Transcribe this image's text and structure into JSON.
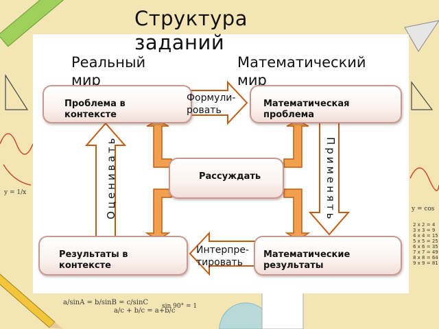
{
  "title": "Структура заданий",
  "headers": {
    "real_world": "Реальный мир",
    "math_world": "Математический мир"
  },
  "boxes": {
    "problem_context": "Проблема в контексте",
    "math_problem": "Математическая проблема",
    "reason": "Рассуждать",
    "results_context": "Результаты в контексте",
    "math_results": "Математические результаты"
  },
  "arrow_labels": {
    "formulate": "Формули-ровать",
    "apply": "Применять",
    "interpret": "Интерпре-тировать",
    "evaluate": "Оценивать"
  },
  "decor": {
    "formula_sine": "a/sinA = b/sinB = c/sinC",
    "formula_frac": "a/c + b/c = a+b/c",
    "formula_func": "y = 1/x",
    "formula_sin": "sin 90° = 1",
    "formula_cos": "y = cos",
    "multiplication": [
      "2 x 2 = 4",
      "3 x 3 = 9",
      "4 x 4 = 15",
      "5 x 5 = 25",
      "6 x 6 = 35",
      "7 x 7 = 49",
      "8 x 8 = 64",
      "9 x 9 = 81"
    ]
  },
  "colors": {
    "background": "#f3e6b4",
    "arrow_fill": "#f0a050",
    "arrow_stroke": "#c25a10",
    "box_border": "#c89890"
  }
}
